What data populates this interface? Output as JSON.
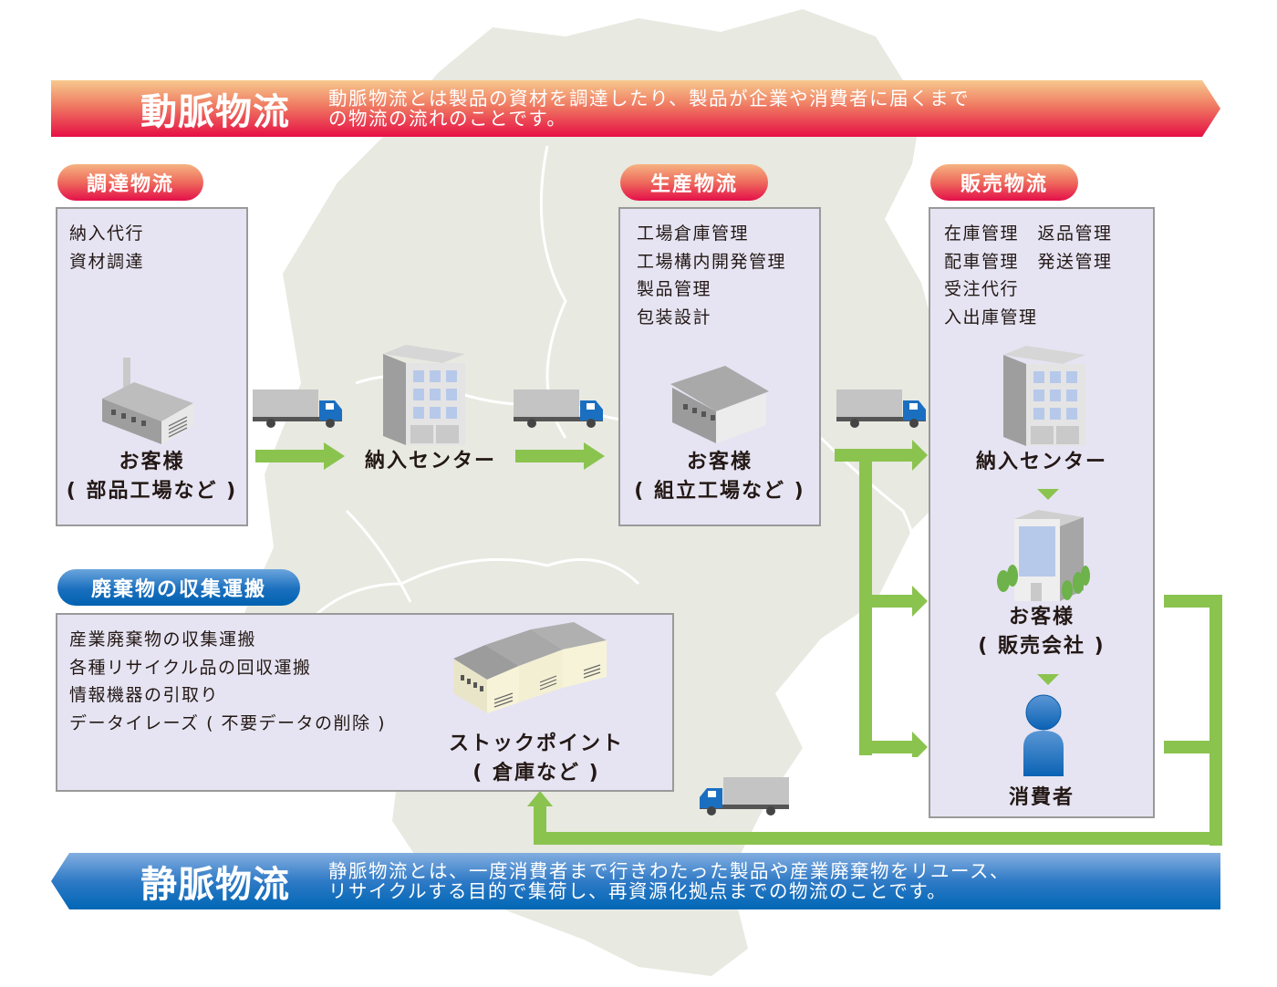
{
  "top_banner": {
    "title": "動脈物流",
    "description": "動脈物流とは製品の資材を調達したり、製品が企業や消費者に届くまで\nの物流の流れのことです。"
  },
  "bottom_banner": {
    "title": "静脈物流",
    "description": "静脈物流とは、一度消費者まで行きわたった製品や産業廃棄物をリユース、\nリサイクルする目的で集荷し、再資源化拠点までの物流のことです。"
  },
  "procurement": {
    "badge": "調達物流",
    "items": [
      "納入代行",
      "資材調達"
    ],
    "node_label": "お客様",
    "node_sub": "( 部品工場など )",
    "icon": "factory-icon"
  },
  "delivery_center_1": {
    "label": "納入センター",
    "icon": "office-building-icon"
  },
  "production": {
    "badge": "生産物流",
    "items": [
      "工場倉庫管理",
      "工場構内開発管理",
      "製品管理",
      "包装設計"
    ],
    "node_label": "お客様",
    "node_sub": "( 組立工場など )",
    "icon": "warehouse-icon"
  },
  "sales": {
    "badge": "販売物流",
    "items": [
      [
        "在庫管理",
        "返品管理"
      ],
      [
        "配車管理",
        "発送管理"
      ],
      [
        "受注代行"
      ],
      [
        "入出庫管理"
      ]
    ],
    "center_label": "納入センター",
    "company_label": "お客様",
    "company_sub": "( 販売会社 )",
    "consumer_label": "消費者"
  },
  "waste": {
    "badge": "廃棄物の収集運搬",
    "items": [
      "産業廃棄物の収集運搬",
      "各種リサイクル品の回収運搬",
      "情報機器の引取り",
      "データイレーズ ( 不要データの削除 )"
    ],
    "node_label": "ストックポイント",
    "node_sub": "( 倉庫など )"
  },
  "colors": {
    "arrow_green": "#8bc34f",
    "box_fill": "#e6e4f2",
    "map_fill": "#e7e8e0",
    "truck_cab": "#1b6fc0"
  }
}
